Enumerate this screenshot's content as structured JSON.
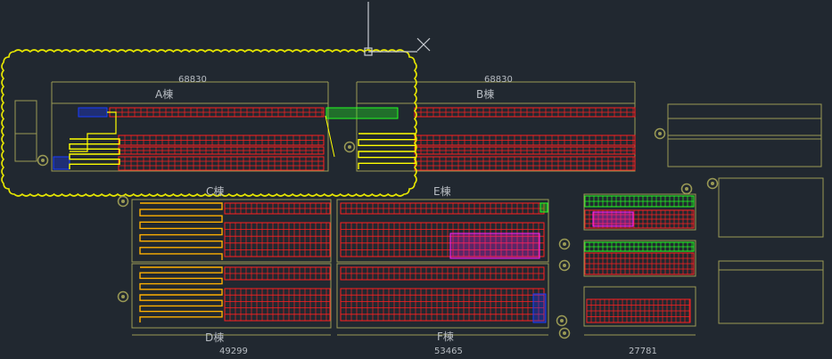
{
  "drawing": {
    "background": "#212830",
    "colors": {
      "frame": "#9a9a55",
      "red": "#ff2020",
      "yellow": "#ffff00",
      "green": "#22ff22",
      "blue": "#1a3dff",
      "magenta": "#ff20ff",
      "cyan": "#00ffff",
      "text": "#b7bcc2",
      "selection": "#e6e600",
      "crosshair": "#c8ccd2"
    },
    "dimensions": {
      "a_width": "68830",
      "b_width": "68830",
      "d_width": "49299",
      "f_width": "53465",
      "small_width": "27781"
    },
    "buildings": {
      "a": "A棟",
      "b": "B棟",
      "c": "C棟",
      "d": "D棟",
      "e": "E棟",
      "f": "F棟"
    }
  }
}
